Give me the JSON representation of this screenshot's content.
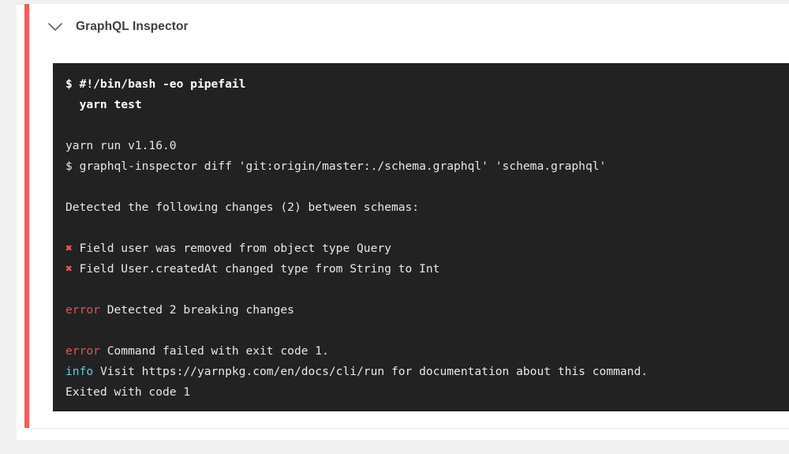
{
  "card": {
    "accent_color": "#ef5f5f",
    "background": "#ffffff"
  },
  "step": {
    "title": "GraphQL Inspector",
    "toggle_icon": "chevron-down-icon",
    "expanded": true
  },
  "terminal": {
    "background": "#222222",
    "foreground": "#e8e8e8",
    "error_color": "#e1535a",
    "info_color": "#5ccfe6",
    "marker_color": "#e8585b",
    "lines": [
      {
        "type": "command",
        "prompt": "$",
        "text": "#!/bin/bash -eo pipefail"
      },
      {
        "type": "command",
        "prompt": "",
        "text": "yarn test"
      },
      {
        "type": "blank",
        "text": ""
      },
      {
        "type": "plain",
        "text": "yarn run v1.16.0"
      },
      {
        "type": "plain",
        "text": "$ graphql-inspector diff 'git:origin/master:./schema.graphql' 'schema.graphql'"
      },
      {
        "type": "blank",
        "text": ""
      },
      {
        "type": "plain",
        "text": "Detected the following changes (2) between schemas:"
      },
      {
        "type": "blank",
        "text": ""
      },
      {
        "type": "marker",
        "marker": "✖",
        "text": "Field user was removed from object type Query"
      },
      {
        "type": "marker",
        "marker": "✖",
        "text": "Field User.createdAt changed type from String to Int"
      },
      {
        "type": "blank",
        "text": ""
      },
      {
        "type": "tagged",
        "tag": "error",
        "tag_kind": "error",
        "text": "Detected 2 breaking changes"
      },
      {
        "type": "blank",
        "text": ""
      },
      {
        "type": "tagged",
        "tag": "error",
        "tag_kind": "error",
        "text": "Command failed with exit code 1."
      },
      {
        "type": "tagged",
        "tag": "info",
        "tag_kind": "info",
        "text": "Visit https://yarnpkg.com/en/docs/cli/run for documentation about this command."
      },
      {
        "type": "plain",
        "text": "Exited with code 1"
      }
    ]
  }
}
